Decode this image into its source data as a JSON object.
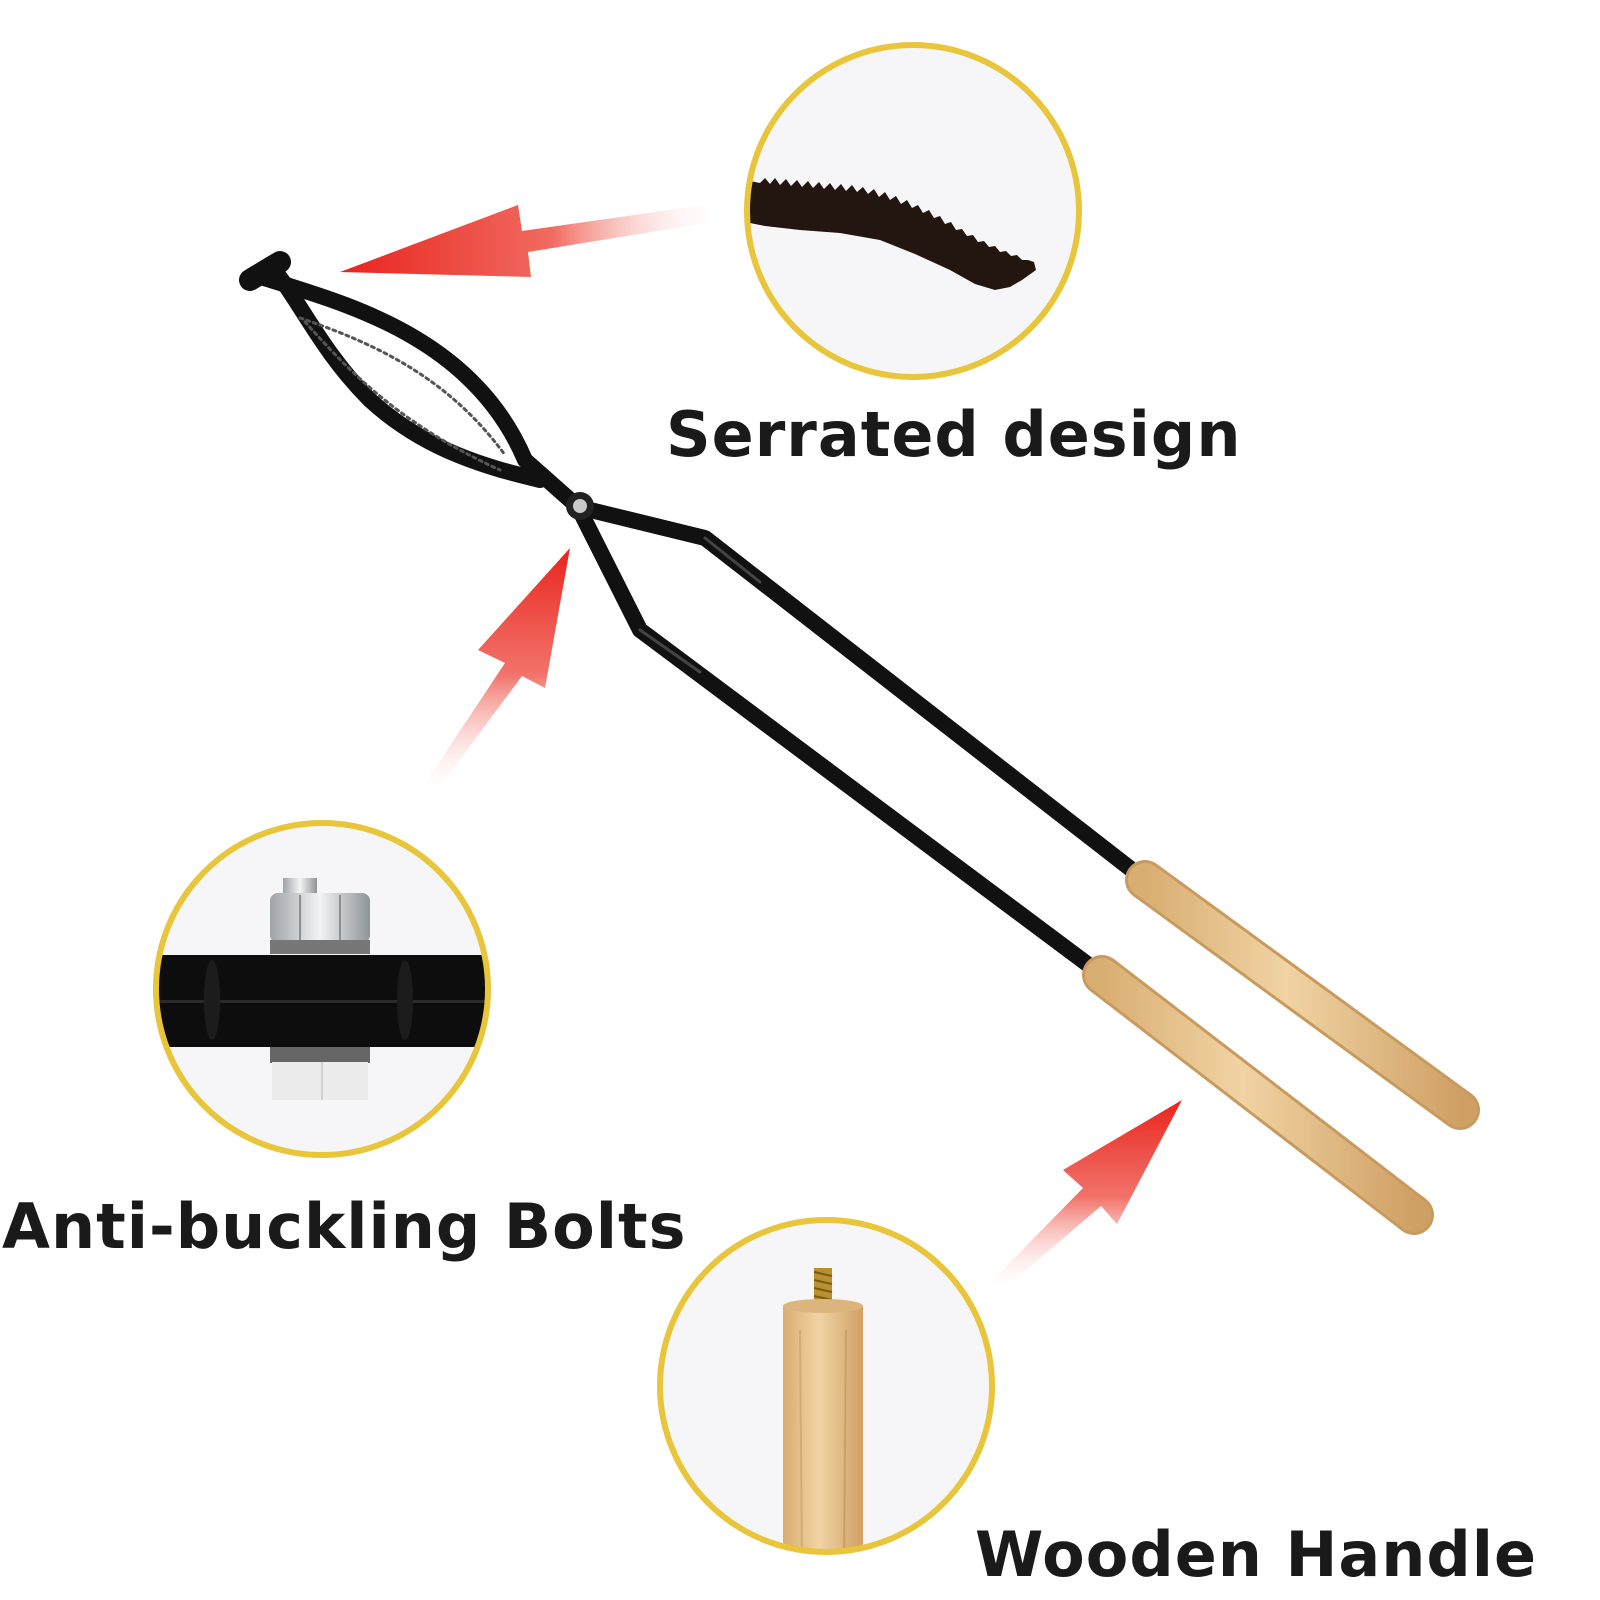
{
  "features": {
    "serrated": {
      "label": "Serrated design",
      "icon": "serrated-jaw-closeup"
    },
    "bolts": {
      "label": "Anti-buckling Bolts",
      "icon": "hex-bolt-closeup"
    },
    "handle": {
      "label": "Wooden Handle",
      "icon": "wooden-handle-closeup"
    }
  },
  "colors": {
    "background": "#ffffff",
    "circle_border": "#e8c53a",
    "circle_fill": "#f6f6f8",
    "arrow": "#e8231c",
    "metal": "#111111",
    "wood": "#e9c896",
    "text": "#1a1a1a"
  }
}
